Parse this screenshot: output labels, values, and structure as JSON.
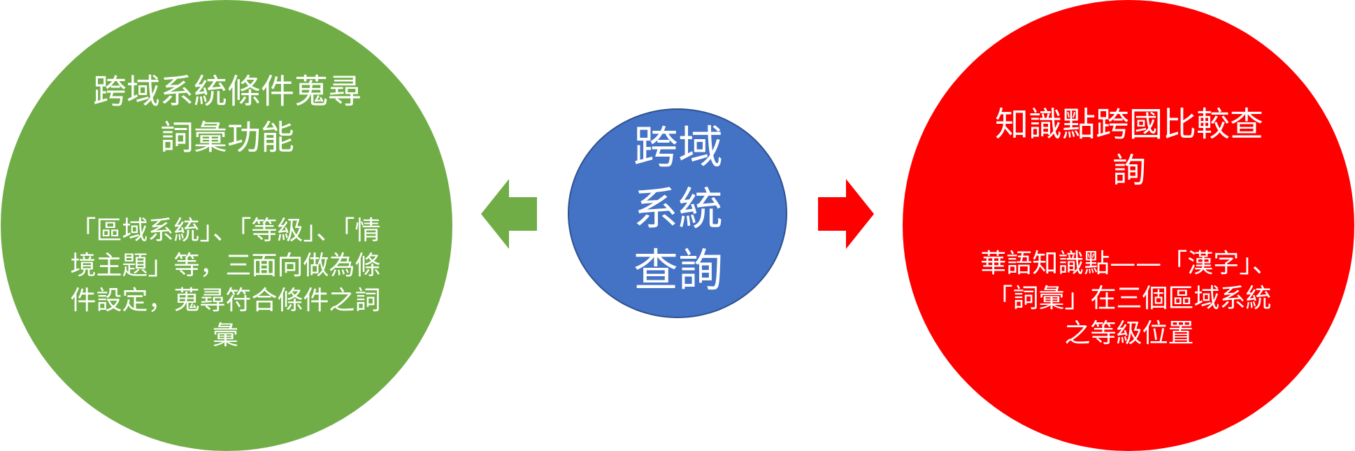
{
  "left": {
    "title": "跨域系統條件蒐尋詞彙功能",
    "body": "「區域系統」、「等級」、「情境主題」等，三面向做為條件設定，蒐尋符合條件之詞彙",
    "color": "#70ad47"
  },
  "center": {
    "title": "跨域系統查詢",
    "color": "#4472c4"
  },
  "right": {
    "title": "知識點跨國比較查詢",
    "body": "華語知識點——「漢字」、「詞彙」在三個區域系統之等級位置",
    "color": "#ff0000"
  }
}
